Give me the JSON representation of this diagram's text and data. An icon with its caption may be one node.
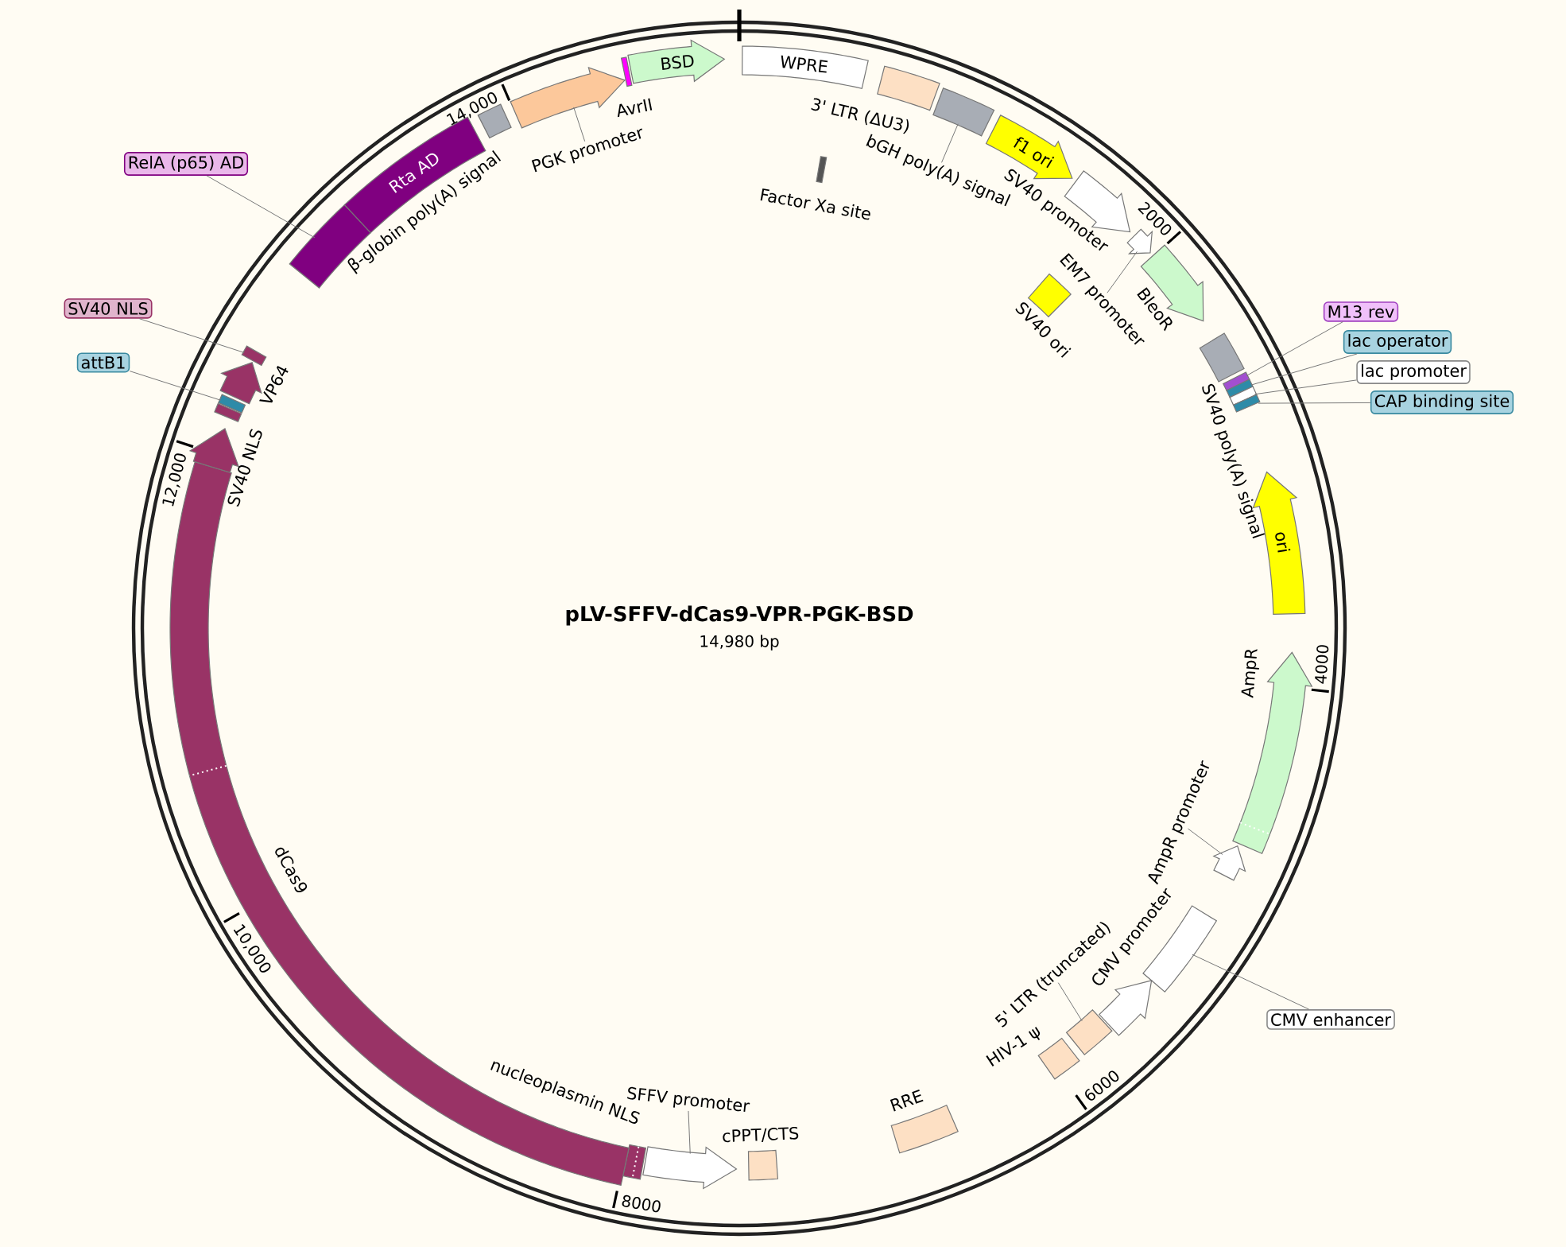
{
  "diagram": {
    "title": "pLV-SFFV-dCas9-VPR-PGK-BSD",
    "nodes": [
      {
        "text": [
          "WPRE"
        ]
      },
      {
        "text": [],
        "shape": "box",
        "beside": [
          "3' LTR (ΔU3)"
        ]
      },
      {
        "text": [],
        "shape": "box"
      },
      {
        "text": [
          "f1 ori"
        ]
      },
      {
        "text": [],
        "shape": "arrow",
        "beside": [
          "SV40 promoter"
        ]
      },
      {
        "text": [],
        "shape": "arrow"
      },
      {
        "text": [],
        "shape": "arrow",
        "beside": [
          "BleoR"
        ]
      },
      {
        "text": [],
        "shape": "box",
        "beside": [
          "SV40 ori"
        ]
      },
      {
        "text": [],
        "shape": "box",
        "beside": [
          "SV40 poly(A) signal"
        ]
      },
      {
        "text": [],
        "shape": "bar"
      },
      {
        "text": [],
        "shape": "bar"
      },
      {
        "text": [],
        "shape": "bar"
      },
      {
        "text": [],
        "shape": "bar"
      },
      {
        "text": [
          "ori"
        ]
      },
      {
        "text": [],
        "shape": "arrow",
        "beside": [
          "AmpR"
        ]
      },
      {
        "text": [],
        "shape": "arrow"
      },
      {
        "text": [],
        "shape": "box"
      },
      {
        "text": [],
        "shape": "arrow",
        "beside": [
          "CMV promoter"
        ]
      },
      {
        "text": [],
        "shape": "box"
      },
      {
        "text": [],
        "shape": "box",
        "beside": [
          "HIV-1 ψ"
        ]
      },
      {
        "text": [],
        "shape": "box",
        "beside": [
          "RRE"
        ]
      },
      {
        "text": [],
        "shape": "box",
        "beside": [
          "cPPT/CTS"
        ]
      },
      {
        "text": [],
        "shape": "arrow"
      },
      {
        "text": [],
        "shape": "bar"
      },
      {
        "text": [],
        "shape": "bar",
        "beside": [
          "dCas9"
        ]
      },
      {
        "text": [],
        "shape": "arrow",
        "beside": [
          "SV40 NLS"
        ]
      },
      {
        "text": [],
        "shape": "bar"
      },
      {
        "text": [],
        "shape": "bar"
      },
      {
        "text": [],
        "shape": "arrow",
        "beside": [
          "VP64"
        ]
      },
      {
        "text": [],
        "shape": "bar"
      },
      {
        "text": [],
        "shape": "bar"
      },
      {
        "text": [
          "Rta AD"
        ]
      },
      {
        "text": [],
        "shape": "box"
      },
      {
        "text": [],
        "shape": "arrow"
      },
      {
        "text": [],
        "shape": "bar"
      },
      {
        "text": [
          "BSD"
        ]
      },
      {
        "text": [],
        "shape": "bar",
        "beside": [
          "Factor Xa site"
        ]
      },
      {
        "text": [
          "bGH poly(A) signal"
        ]
      },
      {
        "text": [
          "EM7 promoter"
        ]
      },
      {
        "text": [
          "M13 rev"
        ]
      },
      {
        "text": [
          "lac operator"
        ]
      },
      {
        "text": [
          "lac promoter"
        ]
      },
      {
        "text": [
          "CAP binding site"
        ]
      },
      {
        "text": [
          "AmpR promoter"
        ]
      },
      {
        "text": [
          "CMV enhancer"
        ]
      },
      {
        "text": [
          "5' LTR (truncated)"
        ]
      },
      {
        "text": [
          "SFFV promoter"
        ]
      },
      {
        "text": [
          "SV40 NLS"
        ]
      },
      {
        "text": [
          "attB1"
        ]
      },
      {
        "text": [
          "RelA (p65) AD"
        ]
      },
      {
        "text": [
          "PGK promoter"
        ]
      }
    ],
    "edges": [
      {
        "from": 37,
        "to": 2,
        "arrow": "none"
      },
      {
        "from": 38,
        "to": 5,
        "arrow": "none"
      },
      {
        "from": 39,
        "to": 9,
        "arrow": "none"
      },
      {
        "from": 40,
        "to": 10,
        "arrow": "none"
      },
      {
        "from": 41,
        "to": 11,
        "arrow": "none"
      },
      {
        "from": 42,
        "to": 12,
        "arrow": "none"
      },
      {
        "from": 43,
        "to": 15,
        "arrow": "none"
      },
      {
        "from": 44,
        "to": 16,
        "arrow": "none"
      },
      {
        "from": 45,
        "to": 18,
        "arrow": "none"
      },
      {
        "from": 46,
        "to": 22,
        "arrow": "none"
      },
      {
        "from": 47,
        "to": 29,
        "arrow": "none"
      },
      {
        "from": 48,
        "to": 27,
        "arrow": "none"
      },
      {
        "from": 49,
        "to": 30,
        "arrow": "none"
      },
      {
        "from": 50,
        "to": 33,
        "arrow": "none"
      }
    ],
    "labels": [
      "14,980 bp",
      "2000",
      "4000",
      "6000",
      "8000",
      "10,000",
      "12,000",
      "14,000",
      "nucleoplasmin NLS",
      "β-globin poly(A) signal",
      "AvrII"
    ]
  }
}
